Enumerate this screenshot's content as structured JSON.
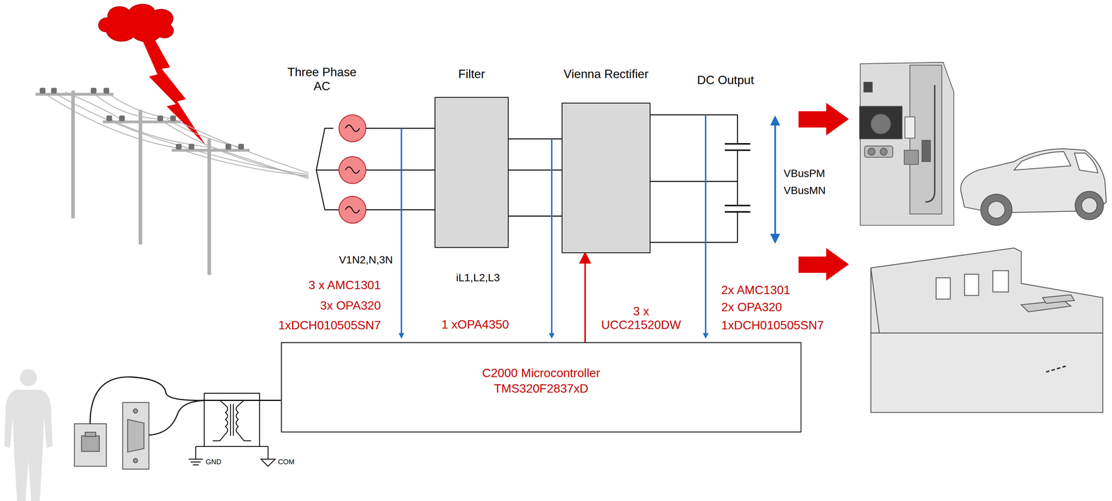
{
  "diagram": {
    "nodes": [
      {
        "text": [
          "Filter"
        ]
      },
      {
        "text": [
          "Vienna Rectifier"
        ]
      },
      {
        "text": [
          "C2000 Microcontroller",
          "TMS320F2837xD"
        ]
      }
    ],
    "edges": [
      {
        "from": 2,
        "to": 1,
        "arrow": "to"
      }
    ],
    "labels": [
      "Three Phase AC",
      "DC Output",
      "VBusPM",
      "VBusMN",
      "V1N2,N,3N",
      "iL1,L2,L3",
      "3 x AMC1301",
      "3x OPA320",
      "1xDCH010505SN7",
      "1 xOPA4350",
      "3 x UCC21520DW",
      "2x AMC1301",
      "2x OPA320",
      "1xDCH010505SN7",
      "GND",
      "COM"
    ]
  }
}
